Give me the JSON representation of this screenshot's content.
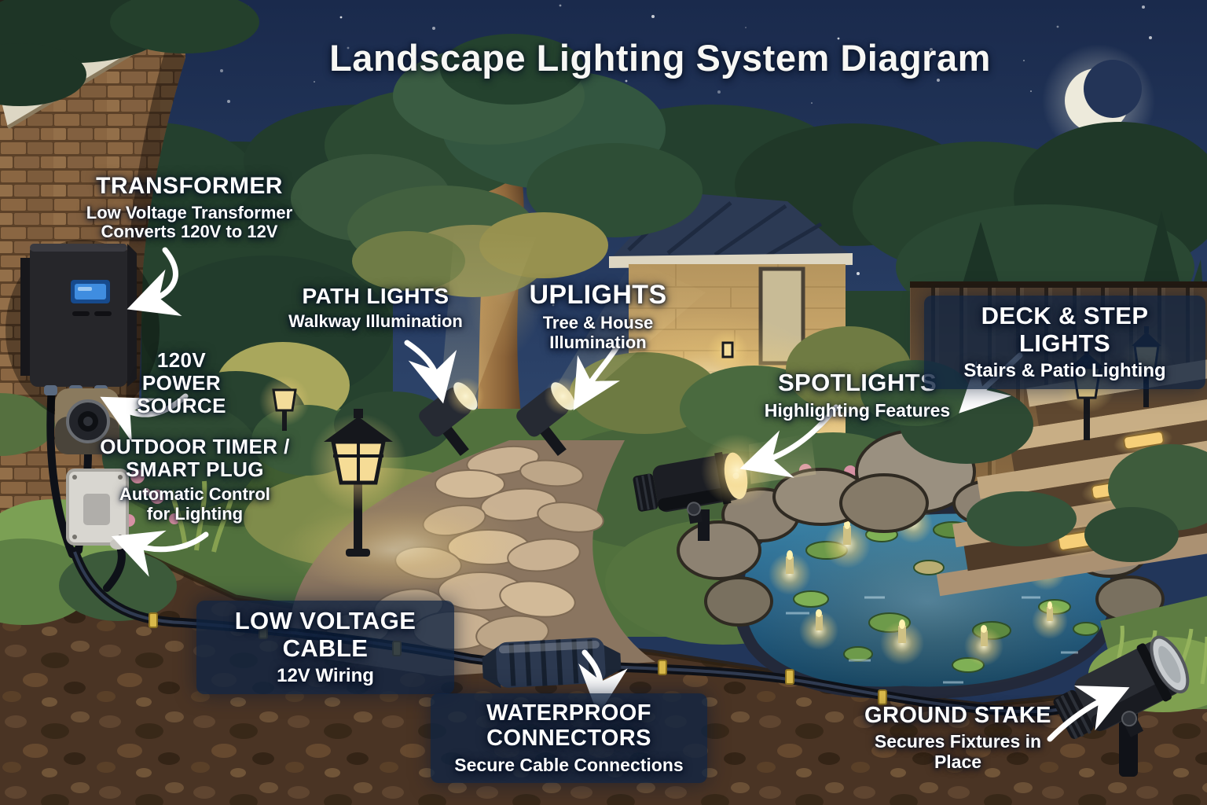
{
  "title": "Landscape Lighting System Diagram",
  "labels": {
    "transformer": {
      "name": "TRANSFORMER",
      "desc": "Low Voltage Transformer\nConverts 120V to 12V"
    },
    "power_source": {
      "name": "120V POWER\nSOURCE"
    },
    "outdoor_timer": {
      "name": "OUTDOOR TIMER /\nSMART PLUG",
      "desc": "Automatic Control\nfor Lighting"
    },
    "path_lights": {
      "name": "PATH LIGHTS",
      "desc": "Walkway Illumination"
    },
    "uplights": {
      "name": "UPLIGHTS",
      "desc": "Tree & House Illumination"
    },
    "spotlights": {
      "name": "SPOTLIGHTS",
      "desc": "Highlighting Features"
    },
    "deck_step_lights": {
      "name": "DECK & STEP LIGHTS",
      "desc": "Stairs & Patio Lighting"
    },
    "low_voltage_cable": {
      "name": "LOW VOLTAGE CABLE",
      "desc": "12V Wiring"
    },
    "waterproof_connectors": {
      "name": "WATERPROOF CONNECTORS",
      "desc": "Secure Cable Connections"
    },
    "ground_stake": {
      "name": "GROUND STAKE",
      "desc": "Secures Fixtures in Place"
    }
  },
  "colors": {
    "night_sky": "#22365a",
    "label_text": "#ffffff",
    "label_band": "#102442",
    "warm_glow": "#f6dd92",
    "pond_water": "#2e6f93",
    "soil": "#4a3424"
  }
}
